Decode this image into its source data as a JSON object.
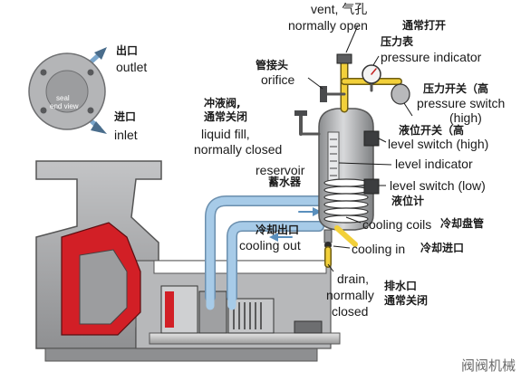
{
  "seal_end_view": {
    "caption_line1": "seal",
    "caption_line2": "end view",
    "outlet_cn": "出口",
    "outlet_en": "outlet",
    "inlet_cn": "进口",
    "inlet_en": "inlet"
  },
  "labels": {
    "vent_en": "vent, 气孔",
    "vent_en2": "normally open",
    "vent_cn": "通常打开",
    "pressure_indicator_cn": "压力表",
    "pressure_indicator_en": "pressure indicator",
    "orifice_cn": "管接头",
    "orifice_en": "orifice",
    "pressure_switch_cn": "压力开关（高",
    "pressure_switch_en": "pressure switch",
    "pressure_switch_en2": "(high)",
    "liquid_fill_cn1": "冲液阀,",
    "liquid_fill_cn2": "通常关闭",
    "liquid_fill_en1": "liquid fill,",
    "liquid_fill_en2": "normally closed",
    "level_switch_high_cn": "液位开关（高",
    "level_switch_high_en": "level switch (high)",
    "level_indicator_en": "level indicator",
    "reservoir_en": "reservoir",
    "reservoir_cn": "蓄水器",
    "level_switch_low_en": "level switch (low)",
    "level_gauge_cn": "液位计",
    "cooling_out_cn": "冷却出口",
    "cooling_out_en": "cooling out",
    "cooling_coils_en": "cooling coils",
    "cooling_coils_cn": "冷却盘管",
    "cooling_in_en": "cooling in",
    "cooling_in_cn": "冷却进口",
    "drain_en1": "drain,",
    "drain_en2": "normally",
    "drain_en3": "closed",
    "drain_cn1": "排水口",
    "drain_cn2": "通常关闭"
  },
  "watermark": "阀阀机械",
  "colors": {
    "pump_body": "#a8a9ab",
    "pump_dark": "#4a4a4a",
    "cavity_red": "#d21f26",
    "pipe_blue": "#a7cbe8",
    "pipe_yellow": "#f2d03a",
    "reservoir": "#b8babc",
    "seal_disc": "#b4b5b7"
  }
}
